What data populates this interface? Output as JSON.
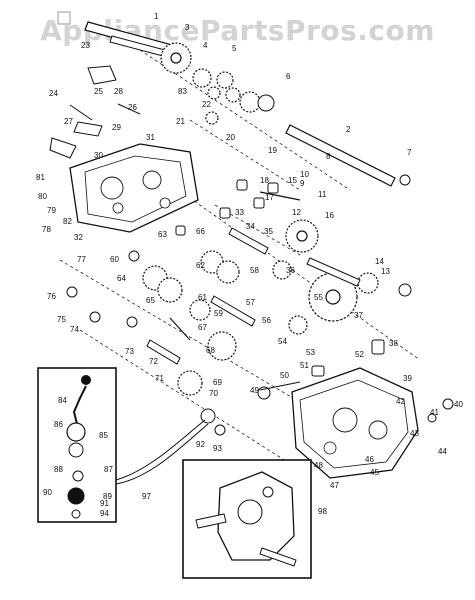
{
  "watermark": "AppliancePartsPros.com",
  "part_numbers": [
    {
      "id": "1",
      "text": "1"
    },
    {
      "id": "2",
      "text": "2"
    },
    {
      "id": "3",
      "text": "3"
    },
    {
      "id": "4",
      "text": "4"
    },
    {
      "id": "5",
      "text": "5"
    },
    {
      "id": "6",
      "text": "6"
    },
    {
      "id": "7",
      "text": "7"
    },
    {
      "id": "8",
      "text": "8"
    },
    {
      "id": "9",
      "text": "9"
    },
    {
      "id": "10",
      "text": "10"
    },
    {
      "id": "11",
      "text": "11"
    },
    {
      "id": "12",
      "text": "12"
    },
    {
      "id": "13",
      "text": "13"
    },
    {
      "id": "14",
      "text": "14"
    },
    {
      "id": "15",
      "text": "15"
    },
    {
      "id": "16",
      "text": "16"
    },
    {
      "id": "17",
      "text": "17"
    },
    {
      "id": "18",
      "text": "18"
    },
    {
      "id": "19",
      "text": "19"
    },
    {
      "id": "20",
      "text": "20"
    },
    {
      "id": "21",
      "text": "21"
    },
    {
      "id": "22",
      "text": "22"
    },
    {
      "id": "23",
      "text": "23"
    },
    {
      "id": "24",
      "text": "24"
    },
    {
      "id": "25",
      "text": "25"
    },
    {
      "id": "26",
      "text": "26"
    },
    {
      "id": "27",
      "text": "27"
    },
    {
      "id": "28",
      "text": "28"
    },
    {
      "id": "29",
      "text": "29"
    },
    {
      "id": "30",
      "text": "30"
    },
    {
      "id": "31",
      "text": "31"
    },
    {
      "id": "32",
      "text": "32"
    },
    {
      "id": "33",
      "text": "33"
    },
    {
      "id": "34",
      "text": "34"
    },
    {
      "id": "35",
      "text": "35"
    },
    {
      "id": "36",
      "text": "36"
    },
    {
      "id": "37",
      "text": "37"
    },
    {
      "id": "38",
      "text": "38"
    },
    {
      "id": "39",
      "text": "39"
    },
    {
      "id": "40",
      "text": "40"
    },
    {
      "id": "41",
      "text": "41"
    },
    {
      "id": "42",
      "text": "42"
    },
    {
      "id": "43",
      "text": "43"
    },
    {
      "id": "44",
      "text": "44"
    },
    {
      "id": "45",
      "text": "45"
    },
    {
      "id": "46",
      "text": "46"
    },
    {
      "id": "47",
      "text": "47"
    },
    {
      "id": "48",
      "text": "48"
    },
    {
      "id": "49",
      "text": "49"
    },
    {
      "id": "50",
      "text": "50"
    },
    {
      "id": "51",
      "text": "51"
    },
    {
      "id": "52",
      "text": "52"
    },
    {
      "id": "53",
      "text": "53"
    },
    {
      "id": "54",
      "text": "54"
    },
    {
      "id": "55",
      "text": "55"
    },
    {
      "id": "56",
      "text": "56"
    },
    {
      "id": "57",
      "text": "57"
    },
    {
      "id": "58",
      "text": "58"
    },
    {
      "id": "59",
      "text": "59"
    },
    {
      "id": "60",
      "text": "60"
    },
    {
      "id": "61",
      "text": "61"
    },
    {
      "id": "62",
      "text": "62"
    },
    {
      "id": "63",
      "text": "63"
    },
    {
      "id": "64",
      "text": "64"
    },
    {
      "id": "65",
      "text": "65"
    },
    {
      "id": "66",
      "text": "66"
    },
    {
      "id": "67",
      "text": "67"
    },
    {
      "id": "68",
      "text": "68"
    },
    {
      "id": "69",
      "text": "69"
    },
    {
      "id": "70",
      "text": "70"
    },
    {
      "id": "71",
      "text": "71"
    },
    {
      "id": "72",
      "text": "72"
    },
    {
      "id": "73",
      "text": "73"
    },
    {
      "id": "74",
      "text": "74"
    },
    {
      "id": "75",
      "text": "75"
    },
    {
      "id": "76",
      "text": "76"
    },
    {
      "id": "77",
      "text": "77"
    },
    {
      "id": "78",
      "text": "78"
    },
    {
      "id": "79",
      "text": "79"
    },
    {
      "id": "80",
      "text": "80"
    },
    {
      "id": "81",
      "text": "81"
    },
    {
      "id": "82",
      "text": "82"
    },
    {
      "id": "83",
      "text": "83"
    },
    {
      "id": "84",
      "text": "84"
    },
    {
      "id": "85",
      "text": "85"
    },
    {
      "id": "86",
      "text": "86"
    },
    {
      "id": "87",
      "text": "87"
    },
    {
      "id": "88",
      "text": "88"
    },
    {
      "id": "89",
      "text": "89"
    },
    {
      "id": "90",
      "text": "90"
    },
    {
      "id": "91",
      "text": "91"
    },
    {
      "id": "92",
      "text": "92"
    },
    {
      "id": "93",
      "text": "93"
    },
    {
      "id": "94",
      "text": "94"
    },
    {
      "id": "97",
      "text": "97"
    },
    {
      "id": "98",
      "text": "98"
    }
  ]
}
